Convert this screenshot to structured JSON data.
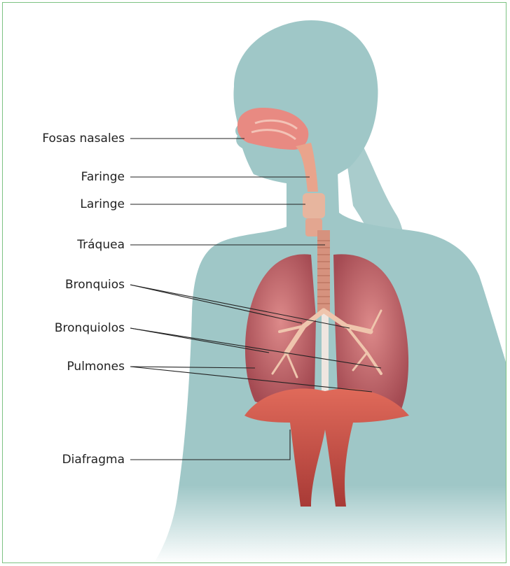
{
  "labels": {
    "fosas_nasales": "Fosas nasales",
    "faringe": "Faringe",
    "laringe": "Laringe",
    "traquea": "Tráquea",
    "bronquios": "Bronquios",
    "bronquiolos": "Bronquiolos",
    "pulmones": "Pulmones",
    "diafragma": "Diafragma"
  },
  "colors": {
    "frame_border": "#7dc383",
    "body_silhouette": "#9fc7c7",
    "lung": "#c9626a",
    "diaphragm": "#c5443f",
    "airway": "#e9a48c",
    "nasal": "#e88a82",
    "leader_line": "#222222"
  }
}
